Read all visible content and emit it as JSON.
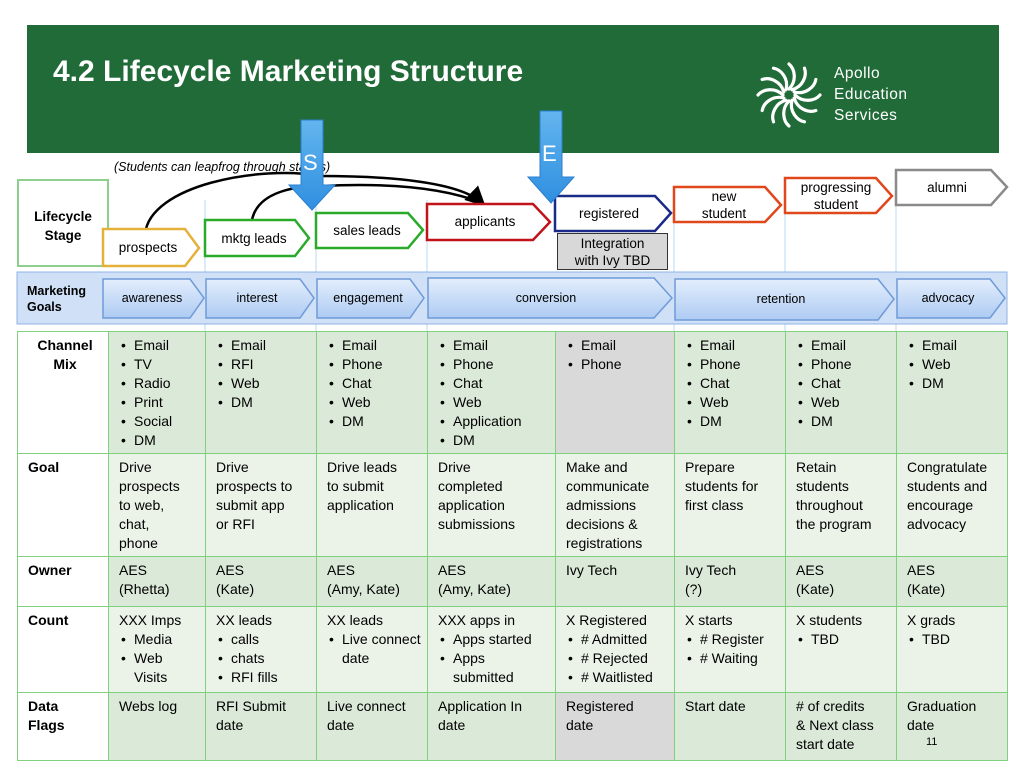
{
  "header": {
    "title": "4.2 Lifecycle Marketing Structure",
    "logo_lines": [
      "Apollo",
      "Education",
      "Services"
    ]
  },
  "note": "(Students can leapfrog through stages)",
  "markers": {
    "start": "S",
    "end": "E"
  },
  "lifecycle": {
    "label_line1": "Lifecycle",
    "label_line2": "Stage",
    "stages": [
      "prospects",
      "mktg leads",
      "sales leads",
      "applicants",
      "registered",
      "new student",
      "progressing student",
      "alumni"
    ],
    "new_student_l1": "new",
    "new_student_l2": "student",
    "progressing_l1": "progressing",
    "progressing_l2": "student",
    "integration_l1": "Integration",
    "integration_l2": "with Ivy TBD"
  },
  "marketing_goals": {
    "label_line1": "Marketing",
    "label_line2": "Goals",
    "items": [
      "awareness",
      "interest",
      "engagement",
      "conversion",
      "retention",
      "advocacy"
    ]
  },
  "table": {
    "row_labels": {
      "channel_l1": "Channel",
      "channel_l2": "Mix",
      "goal": "Goal",
      "owner": "Owner",
      "count": "Count",
      "flags_l1": "Data",
      "flags_l2": "Flags"
    },
    "channel_mix": [
      [
        "Email",
        "TV",
        "Radio",
        "Print",
        "Social",
        "DM"
      ],
      [
        "Email",
        "RFI",
        "Web",
        "DM"
      ],
      [
        "Email",
        "Phone",
        "Chat",
        "Web",
        "DM"
      ],
      [
        "Email",
        "Phone",
        "Chat",
        "Web",
        "Application",
        "DM"
      ],
      [
        "Email",
        "Phone"
      ],
      [
        "Email",
        "Phone",
        "Chat",
        "Web",
        "DM"
      ],
      [
        "Email",
        "Phone",
        "Chat",
        "Web",
        "DM"
      ],
      [
        "Email",
        "Web",
        "DM"
      ]
    ],
    "goal": [
      [
        "Drive",
        "prospects",
        "to web,",
        "chat,",
        "phone"
      ],
      [
        "Drive",
        "prospects to",
        "submit app",
        "or RFI"
      ],
      [
        "Drive leads",
        "to submit",
        "application"
      ],
      [
        "Drive",
        "completed",
        "application",
        "submissions"
      ],
      [
        "Make and",
        "communicate",
        "admissions",
        "decisions &",
        "registrations"
      ],
      [
        "Prepare",
        "students for",
        "first class"
      ],
      [
        "Retain",
        "students",
        "throughout",
        "the program"
      ],
      [
        "Congratulate",
        "students and",
        "encourage",
        "advocacy"
      ]
    ],
    "owner": [
      [
        "AES",
        "(Rhetta)"
      ],
      [
        "AES",
        "(Kate)"
      ],
      [
        "AES",
        "(Amy, Kate)"
      ],
      [
        "AES",
        "(Amy, Kate)"
      ],
      [
        "Ivy Tech"
      ],
      [
        "Ivy Tech",
        "(?)"
      ],
      [
        "AES",
        "(Kate)"
      ],
      [
        "AES",
        "(Kate)"
      ]
    ],
    "count": [
      {
        "head": "XXX Imps",
        "items": [
          "Media",
          "Web Visits"
        ]
      },
      {
        "head": "XX leads",
        "items": [
          "calls",
          "chats",
          "RFI fills"
        ]
      },
      {
        "head": "XX leads",
        "items": [
          "Live connect date"
        ]
      },
      {
        "head": "XXX apps in",
        "items": [
          "Apps started",
          "Apps submitted"
        ]
      },
      {
        "head": "X Registered",
        "items": [
          "# Admitted",
          "# Rejected",
          "# Waitlisted"
        ]
      },
      {
        "head": "X starts",
        "items": [
          "# Register",
          "# Waiting"
        ]
      },
      {
        "head": "X students",
        "items": [
          "TBD"
        ]
      },
      {
        "head": "X grads",
        "items": [
          "TBD"
        ]
      }
    ],
    "flags": [
      [
        "Webs log"
      ],
      [
        "RFI Submit",
        "date"
      ],
      [
        "Live connect",
        "date"
      ],
      [
        "Application In",
        "date"
      ],
      [
        "Registered",
        "date"
      ],
      [
        "Start date"
      ],
      [
        "# of credits",
        "& Next class",
        "start date"
      ],
      [
        "Graduation",
        "date"
      ]
    ]
  },
  "page_number": "11"
}
